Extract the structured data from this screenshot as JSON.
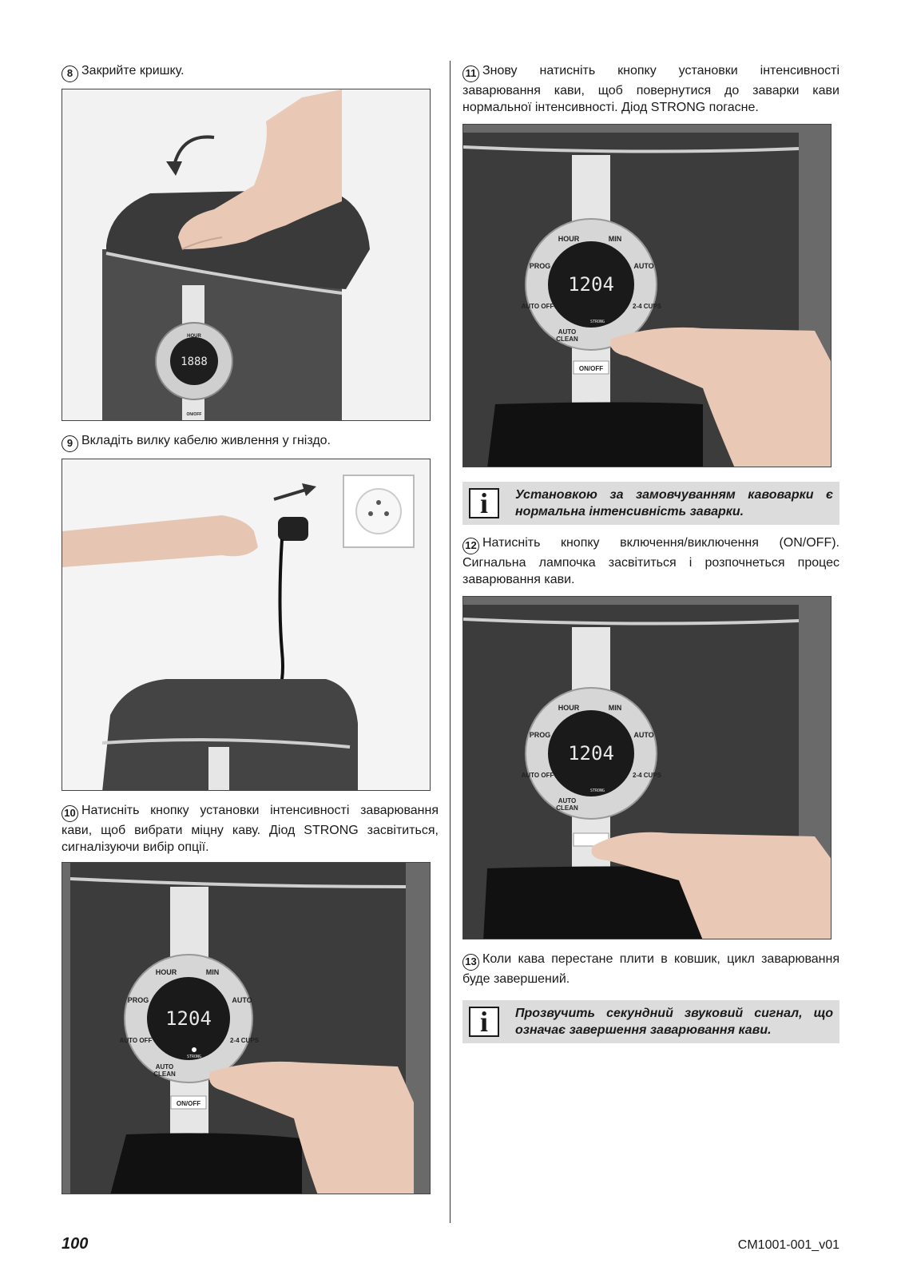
{
  "page_number": "100",
  "doc_code": "CM1001-001_v01",
  "steps": {
    "s8": {
      "num": "8",
      "text": "Закрийте кришку."
    },
    "s9": {
      "num": "9",
      "text": "Вкладіть вилку кабелю живлення у гніздо."
    },
    "s10": {
      "num": "10",
      "text": "Натисніть кнопку установки інтенсивності заварювання кави, щоб вибрати міцну каву. Діод STRONG засвітиться, сигналізуючи вибір опції."
    },
    "s11": {
      "num": "11",
      "text": "Знову натисніть кнопку установки інтенсивності заварювання кави, щоб повернутися до заварки кави нормальної інтенсивності. Діод STRONG погасне."
    },
    "s12": {
      "num": "12",
      "text": "Натисніть кнопку включення/виключення (ON/OFF). Сигнальна лампочка засвітиться і розпочнеться процес заварювання кави."
    },
    "s13": {
      "num": "13",
      "text": "Коли кава перестане плити в ковшик, цикл заварювання буде завершений."
    }
  },
  "notes": {
    "n1": {
      "icon": "i",
      "text": "Установкою за замовчуванням кавоварки є нормальна інтенсивність заварки."
    },
    "n2": {
      "icon": "i",
      "text": "Прозвучить секундний звуковий сигнал, що означає завершення заварювання кави."
    }
  },
  "panel": {
    "display": "1204",
    "display_blank": "1888",
    "hour": "HOUR",
    "min": "MIN",
    "auto": "AUTO",
    "cups": "2-4 CUPS",
    "prog": "PROG",
    "auto_off": "AUTO OFF",
    "auto_clean_1": "AUTO",
    "auto_clean_2": "CLEAN",
    "strong": "STRONG",
    "on_off": "ON/OFF"
  }
}
